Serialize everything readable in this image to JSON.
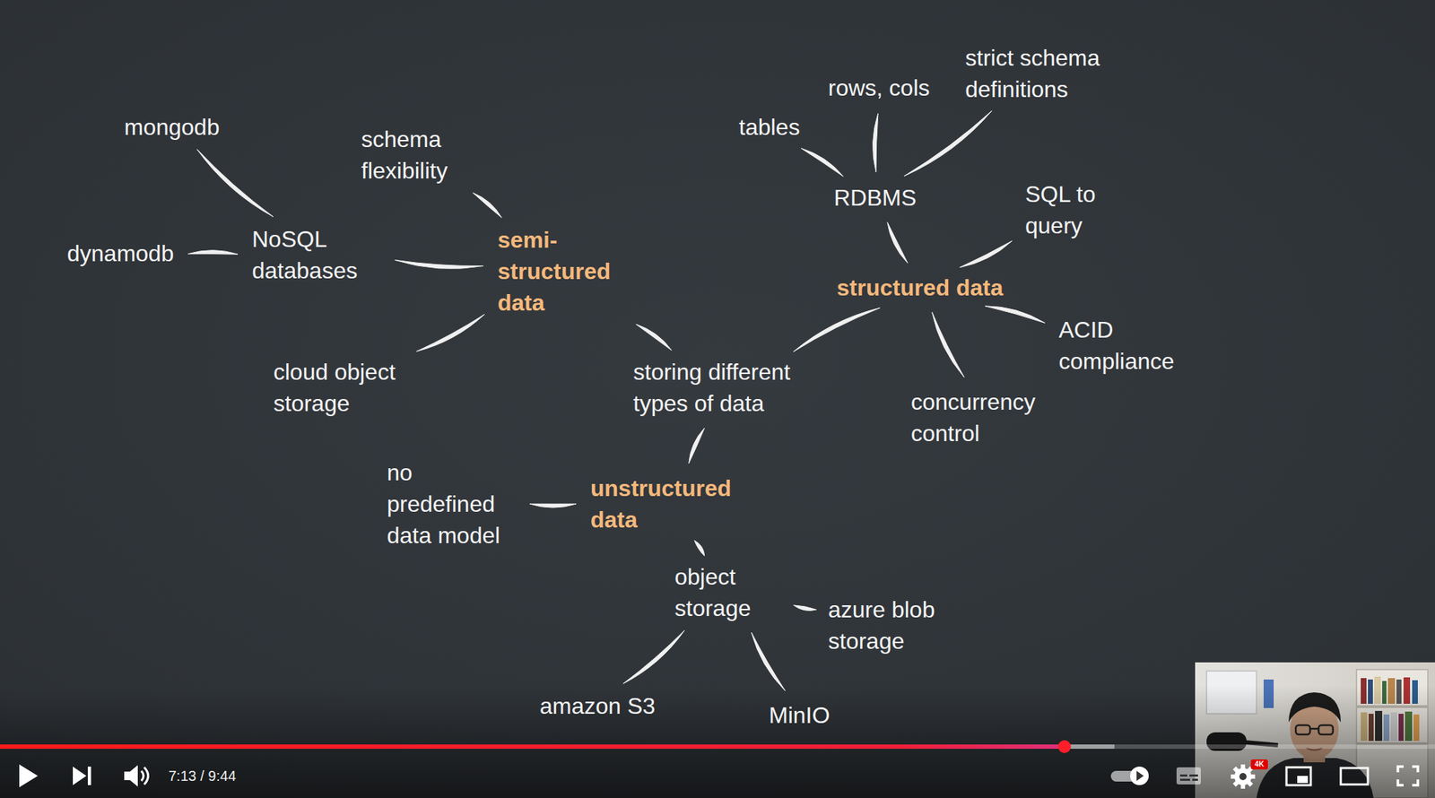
{
  "diagram": {
    "nodes": [
      {
        "text": [
          "mongodb"
        ]
      },
      {
        "text": [
          "schema flexibility"
        ]
      },
      {
        "text": [
          "dynamodb"
        ]
      },
      {
        "text": [
          "NoSQL databases"
        ]
      },
      {
        "text": [
          "semi- structured data"
        ]
      },
      {
        "text": [
          "cloud object storage"
        ]
      },
      {
        "text": [
          "storing different types of data"
        ]
      },
      {
        "text": [
          "no predefined data model"
        ]
      },
      {
        "text": [
          "unstructured data"
        ]
      },
      {
        "text": [
          "object storage"
        ]
      },
      {
        "text": [
          "azure blob storage"
        ]
      },
      {
        "text": [
          "amazon S3"
        ]
      },
      {
        "text": [
          "MinIO"
        ]
      },
      {
        "text": [
          "tables"
        ]
      },
      {
        "text": [
          "rows, cols"
        ]
      },
      {
        "text": [
          "strict schema definitions"
        ]
      },
      {
        "text": [
          "RDBMS"
        ]
      },
      {
        "text": [
          "SQL to query"
        ]
      },
      {
        "text": [
          "structured data"
        ]
      },
      {
        "text": [
          "ACID compliance"
        ]
      },
      {
        "text": [
          "concurrency control"
        ]
      }
    ],
    "edges": [
      {
        "from": 0,
        "to": 3,
        "arrow": "none"
      },
      {
        "from": 2,
        "to": 3,
        "arrow": "none"
      },
      {
        "from": 3,
        "to": 4,
        "arrow": "none"
      },
      {
        "from": 1,
        "to": 4,
        "arrow": "none"
      },
      {
        "from": 5,
        "to": 4,
        "arrow": "none"
      },
      {
        "from": 4,
        "to": 6,
        "arrow": "none"
      },
      {
        "from": 18,
        "to": 6,
        "arrow": "none"
      },
      {
        "from": 8,
        "to": 6,
        "arrow": "none"
      },
      {
        "from": 7,
        "to": 8,
        "arrow": "none"
      },
      {
        "from": 8,
        "to": 9,
        "arrow": "none"
      },
      {
        "from": 9,
        "to": 10,
        "arrow": "none"
      },
      {
        "from": 9,
        "to": 11,
        "arrow": "none"
      },
      {
        "from": 9,
        "to": 12,
        "arrow": "none"
      },
      {
        "from": 13,
        "to": 16,
        "arrow": "none"
      },
      {
        "from": 14,
        "to": 16,
        "arrow": "none"
      },
      {
        "from": 15,
        "to": 16,
        "arrow": "none"
      },
      {
        "from": 16,
        "to": 18,
        "arrow": "none"
      },
      {
        "from": 17,
        "to": 18,
        "arrow": "none"
      },
      {
        "from": 19,
        "to": 18,
        "arrow": "none"
      },
      {
        "from": 20,
        "to": 18,
        "arrow": "none"
      }
    ],
    "labels": [
      "7:13 / 9:44",
      "4K"
    ]
  }
}
